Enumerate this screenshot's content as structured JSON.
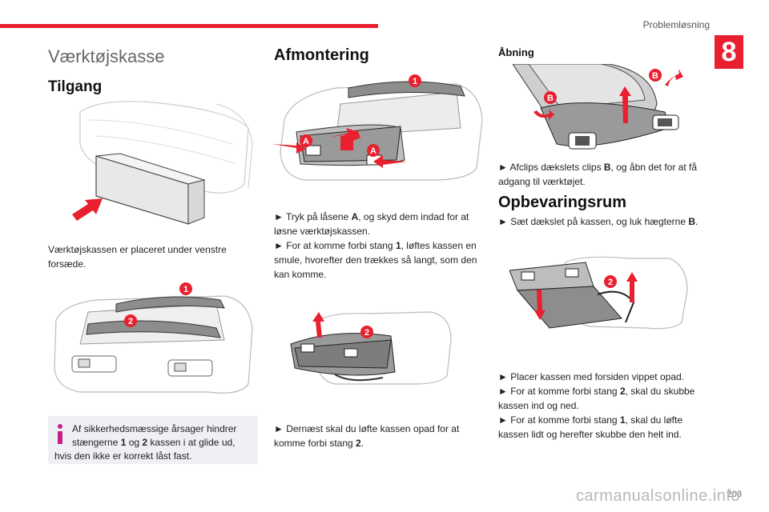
{
  "header": {
    "section": "Problemløsning",
    "chapter": "8"
  },
  "col1": {
    "title": "Værktøjskasse",
    "subtitle": "Tilgang",
    "text1": "Værktøjskassen er placeret under venstre forsæde.",
    "info_line1_a": "Af sikkerhedsmæssige årsager hindrer",
    "info_line2_a": "stængerne ",
    "info_bold1": "1",
    "info_mid": " og ",
    "info_bold2": "2",
    "info_line2_b": " kassen i at glide ud,",
    "info_line3": "hvis den ikke er korrekt låst fast."
  },
  "col2": {
    "title": "Afmontering",
    "s1_a": "► Tryk på låsene ",
    "s1_bold": "A",
    "s1_b": ", og skyd dem indad for at løsne værktøjskassen.",
    "s2_a": "► For at komme forbi stang ",
    "s2_bold": "1",
    "s2_b": ", løftes kassen en smule, hvorefter den trækkes så langt, som den kan komme.",
    "s3_a": "► Dernæst skal du løfte kassen opad for at komme forbi stang ",
    "s3_bold": "2",
    "s3_b": "."
  },
  "col3": {
    "title1": "Åbning",
    "s1_a": "► Afclips dækslets clips ",
    "s1_bold": "B",
    "s1_b": ", og åbn det for at få adgang til værktøjet.",
    "title2": "Opbevaringsrum",
    "s2_a": "► Sæt dækslet på kassen, og luk hægterne ",
    "s2_bold": "B",
    "s2_b": ".",
    "s3": "► Placer kassen med forsiden vippet opad.",
    "s4_a": "► For at komme forbi stang ",
    "s4_bold": "2",
    "s4_b": ", skal du skubbe kassen ind og ned.",
    "s5_a": "► For at komme forbi stang ",
    "s5_bold": "1",
    "s5_b": ", skal du løfte kassen lidt og herefter skubbe den helt ind."
  },
  "markers": {
    "m1": "1",
    "m2": "2",
    "mA": "A",
    "mB": "B"
  },
  "footer": {
    "page": "203",
    "watermark": "carmanualsonline.info"
  },
  "colors": {
    "accent": "#e8202f",
    "info_bg": "#eef0f3",
    "info_icon": "#c2218a"
  }
}
